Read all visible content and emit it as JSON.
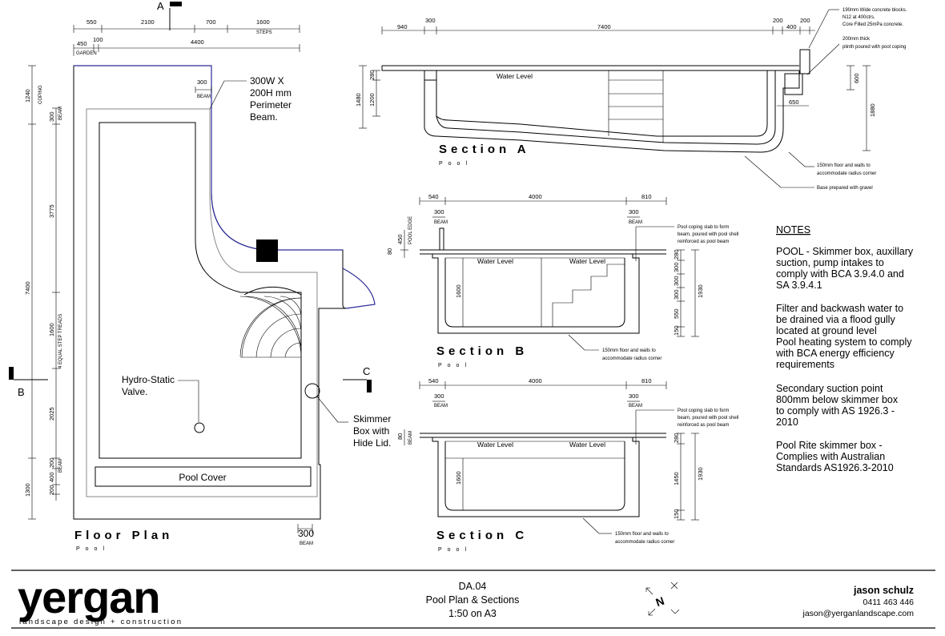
{
  "floor_plan": {
    "title": "Floor Plan",
    "subtitle": "Pool",
    "top_dims": [
      "550",
      "2100",
      "700",
      "1600"
    ],
    "steps": "STEPS",
    "garden_dims": [
      "450",
      "100",
      "4400"
    ],
    "garden": "GARDEN",
    "left_dims": [
      "1240",
      "7400",
      "1300"
    ],
    "inner_dims": [
      "300",
      "3775",
      "1600",
      "2025",
      "200",
      "400",
      "200",
      "200"
    ],
    "coping": "COPING",
    "beam": "BEAM",
    "treads": "4 EQUAL STEP TREADS",
    "beam_top": "300",
    "beam_bottom": "300",
    "perimeter_beam": [
      "300W X",
      "200H mm",
      "Perimeter",
      "Beam."
    ],
    "hydro": [
      "Hydro-Static",
      "Valve."
    ],
    "skimmer": [
      "Skimmer",
      "Box with",
      "Hide Lid."
    ],
    "pool_cover": "Pool Cover",
    "marker_a": "A",
    "marker_b": "B",
    "marker_c": "C"
  },
  "section_a": {
    "title": "Section A",
    "subtitle": "Pool",
    "top_dims": [
      "940",
      "300",
      "7400",
      "200",
      "400",
      "200"
    ],
    "left_dims": [
      "1480",
      "280",
      "1200"
    ],
    "right_dims": [
      "600",
      "1880",
      "650"
    ],
    "water_level": "Water Level",
    "block_note": [
      "190mm Wide concrete blocks.",
      "N12 at 400ctrs.",
      "Core Filled 25mPa concrete."
    ],
    "plinth_note": [
      "200mm thick",
      "plinth poured with pool coping"
    ],
    "floor_note": [
      "150mm floor and walls to",
      "accommodate radius corner"
    ],
    "base_note": "Base prepared with gravel"
  },
  "section_b": {
    "title": "Section B",
    "subtitle": "Pool",
    "top_dims": [
      "540",
      "4000",
      "810"
    ],
    "beam": "300",
    "beam_lbl": "BEAM",
    "left_dims": [
      "450",
      "80",
      "1600"
    ],
    "pool_edge": "POOL EDGE",
    "water_level": "Water Level",
    "right_stack": [
      "280",
      "300",
      "300",
      "300",
      "550",
      "150"
    ],
    "right_total": "1930",
    "coping_note": [
      "Pool coping slab to form",
      "beam, poured with pool shell",
      "reinforced as pool  beam"
    ],
    "floor_note": [
      "150mm floor and walls to",
      "accommodate radius corner"
    ]
  },
  "section_c": {
    "title": "Section C",
    "subtitle": "Pool",
    "top_dims": [
      "540",
      "4000",
      "810"
    ],
    "beam": "300",
    "beam_lbl": "BEAM",
    "left_dims": [
      "80",
      "1600"
    ],
    "water_level": "Water Level",
    "right_stack": [
      "280",
      "1450",
      "150"
    ],
    "right_total": "1930",
    "coping_note": [
      "Pool coping slab to form",
      "beam, poured with pool shell",
      "reinforced as pool  beam"
    ],
    "floor_note": [
      "150mm floor and walls to",
      "accommodate radius corner"
    ]
  },
  "notes": {
    "heading": "NOTES",
    "lines": [
      "POOL - Skimmer box, auxillary",
      "suction, pump intakes to",
      "comply with BCA 3.9.4.0 and",
      "SA 3.9.4.1",
      "",
      "Filter and backwash water to",
      "be drained via a flood gully",
      "located at ground level",
      "Pool heating system to comply",
      "with BCA energy efficiency",
      "requirements",
      "",
      "Secondary suction point",
      "800mm below skimmer box",
      "to comply with AS 1926.3 -",
      "2010",
      "",
      "Pool Rite skimmer box -",
      "Complies with Australian",
      "Standards AS1926.3-2010"
    ]
  },
  "title_block": {
    "brand": "yergan",
    "tagline": "landscape design + construction",
    "drawing_no": "DA.04",
    "drawing_title": "Pool Plan & Sections",
    "scale": "1:50 on A3",
    "north": "N",
    "name": "jason schulz",
    "phone": "0411 463 446",
    "email": "jason@yerganlandscape.com"
  }
}
